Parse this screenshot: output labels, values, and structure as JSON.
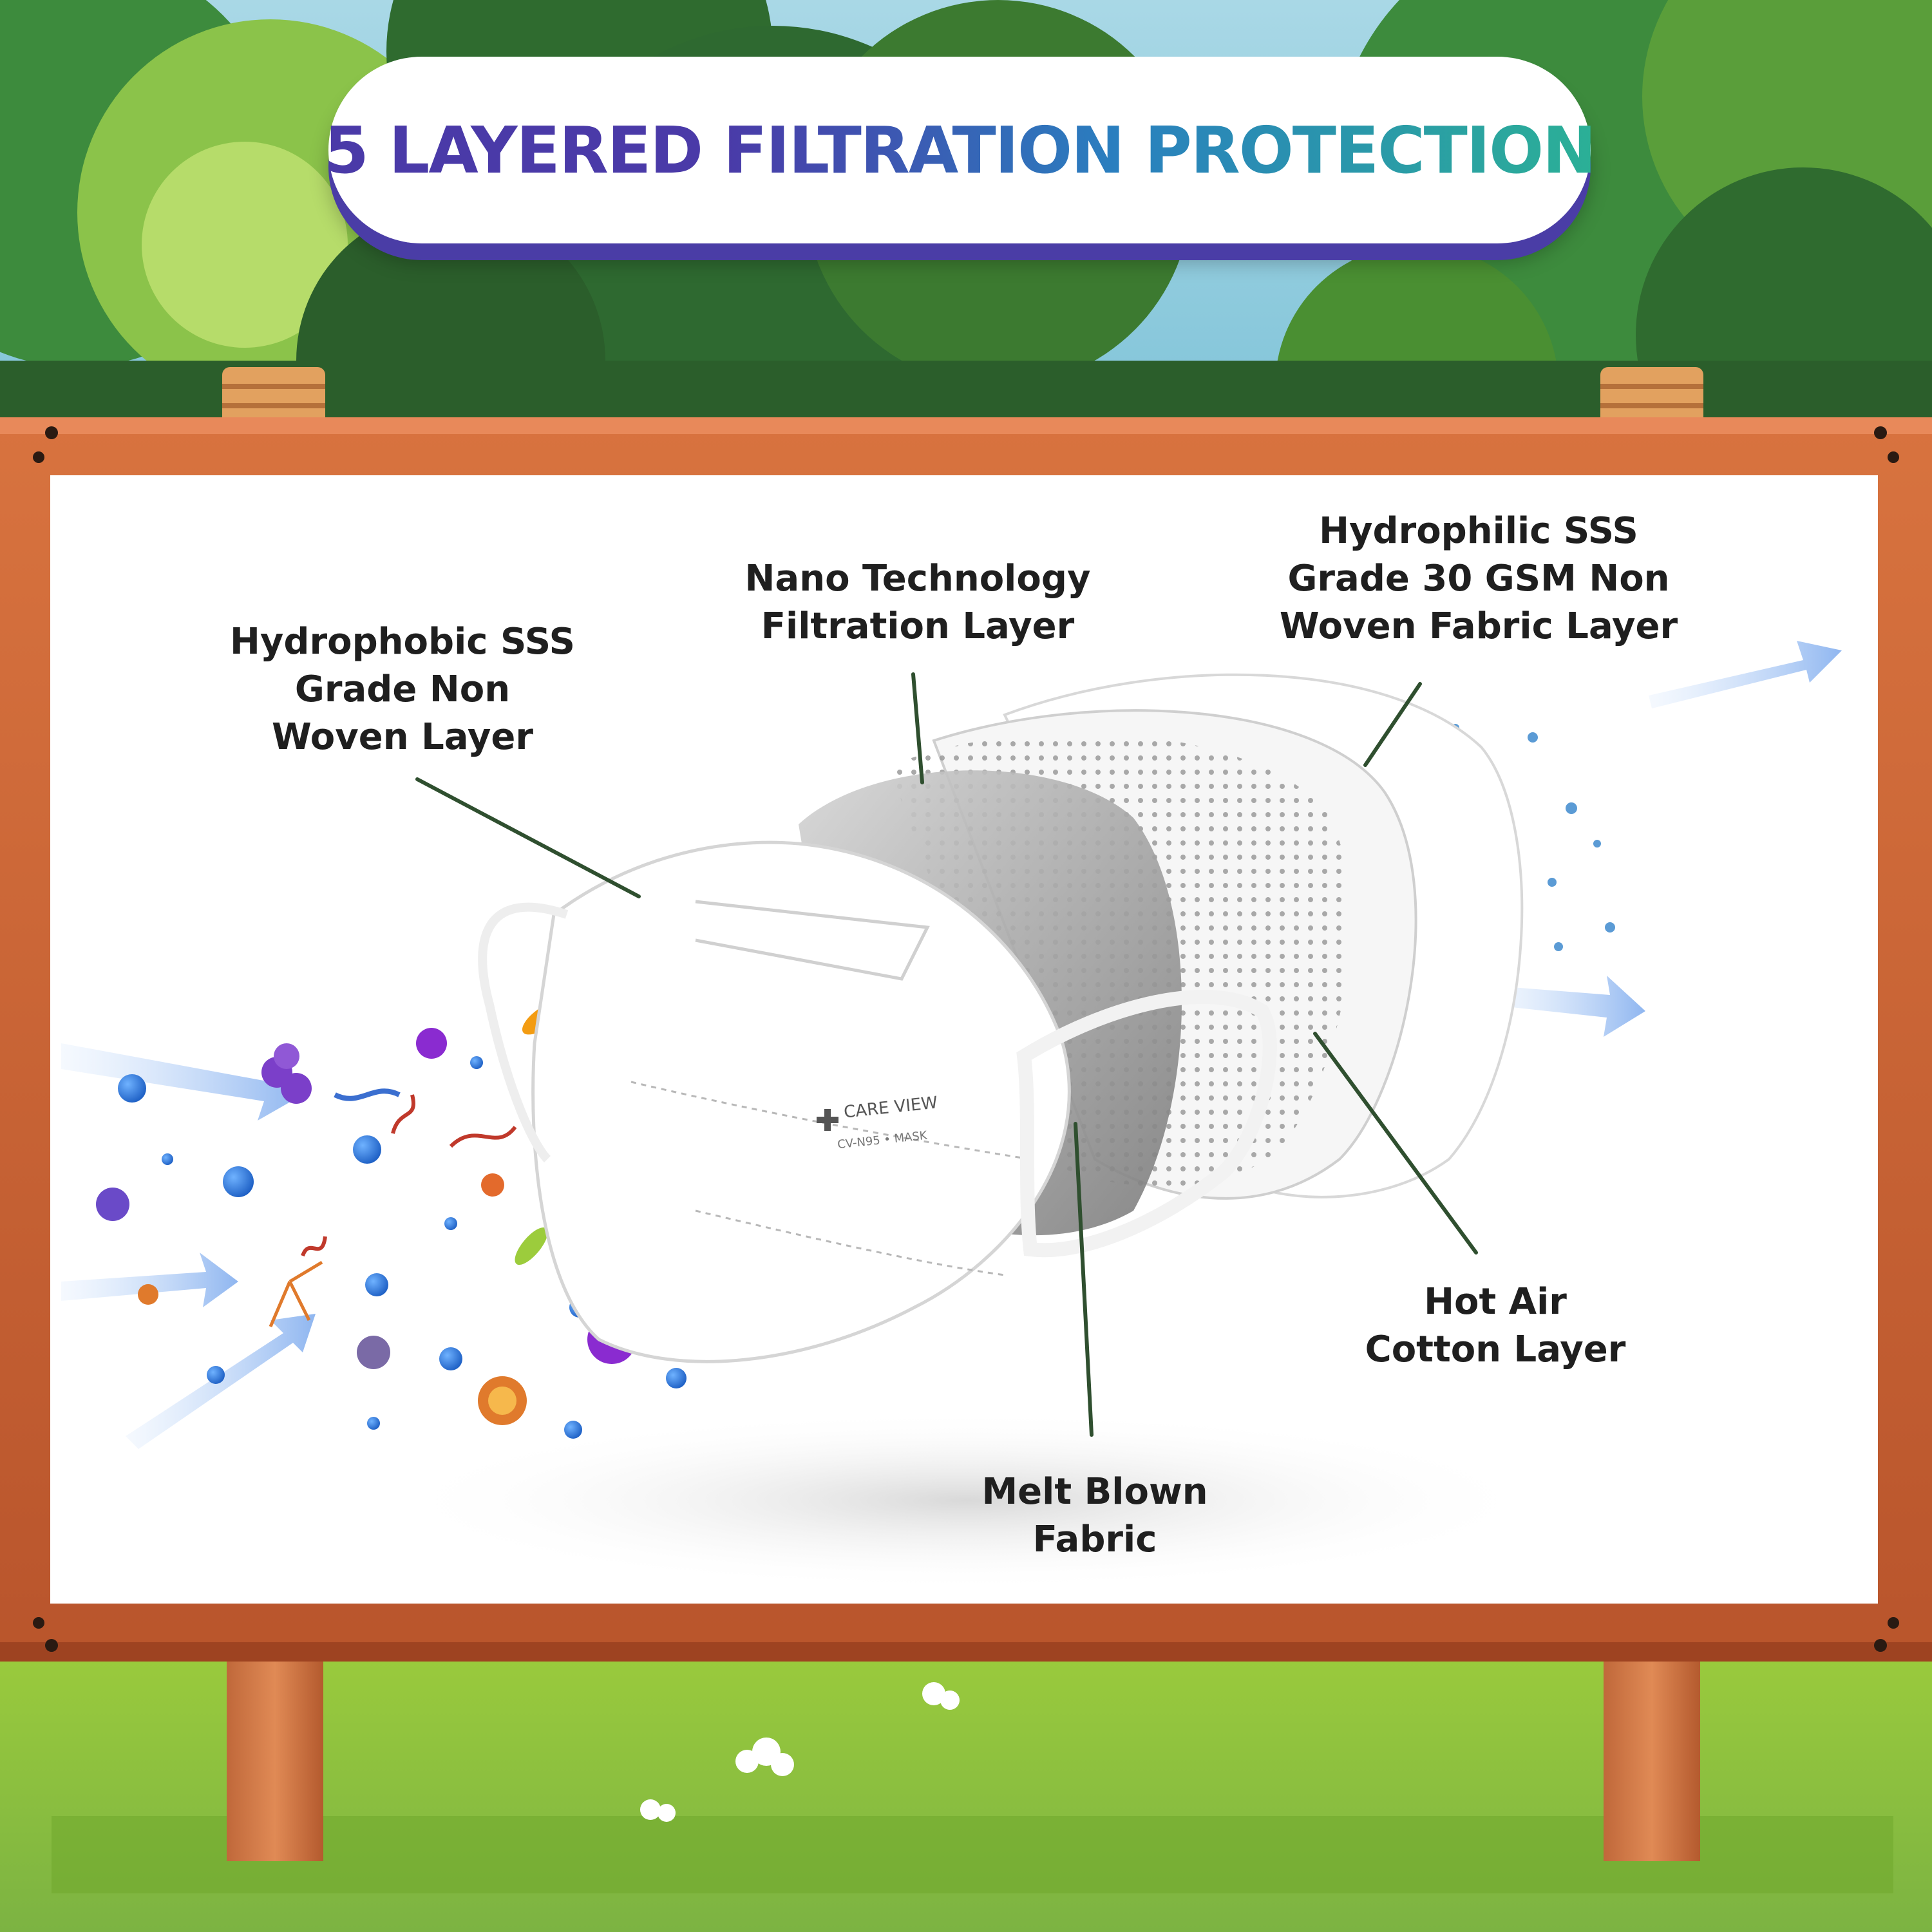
{
  "title": {
    "part1": "5 LAYERED ",
    "part2": "FILTRATION PROTECTION"
  },
  "mask_brand": {
    "name": "CARE VIEW",
    "model": "CV-N95 • MASK"
  },
  "layers": [
    {
      "id": "hydrophobic",
      "lines": [
        "Hydrophobic SSS",
        "Grade Non",
        "Woven Layer"
      ]
    },
    {
      "id": "nano",
      "lines": [
        "Nano Technology",
        "Filtration Layer"
      ]
    },
    {
      "id": "hydrophilic",
      "lines": [
        "Hydrophilic SSS",
        "Grade 30 GSM Non",
        "Woven Fabric Layer"
      ]
    },
    {
      "id": "hot-air",
      "lines": [
        "Hot Air",
        "Cotton Layer"
      ]
    },
    {
      "id": "melt-blown",
      "lines": [
        "Melt Blown",
        "Fabric"
      ]
    }
  ],
  "colors": {
    "title_purple": "#4a3aa8",
    "title_teal": "#2bb096",
    "board_wood": "#c8623a",
    "leader_line": "#2f4f2f",
    "grass": "#8bc34a"
  }
}
